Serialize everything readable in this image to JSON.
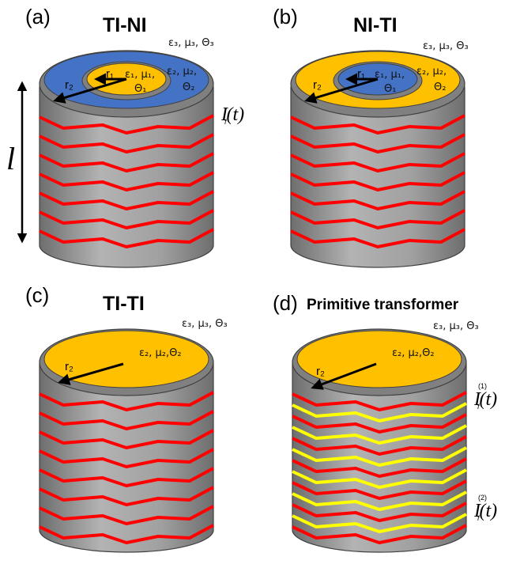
{
  "colors": {
    "cylinder_side": "#a6a6a6",
    "cylinder_shade": "#808080",
    "rim": "#7f7f7f",
    "gold": "#ffc000",
    "blue": "#4472c4",
    "wire_red": "#ff0000",
    "wire_yellow": "#ffff00"
  },
  "panels": {
    "a": {
      "letter": "(a)",
      "title": "TI-NI",
      "outer_params": "ε₃, μ₃, Θ₃",
      "inner_params_1": "ε₁, μ₁,",
      "inner_params_2": "Θ₁",
      "shell_params_1": "ε₂, μ₂,",
      "shell_params_2": "Θ₂",
      "r1": "r₁",
      "r2": "r₂",
      "current": "I",
      "current_sub": "f",
      "current_arg": "(t)",
      "length": "l"
    },
    "b": {
      "letter": "(b)",
      "title": "NI-TI",
      "outer_params": "ε₃, μ₃, Θ₃",
      "inner_params_1": "ε₁, μ₁,",
      "inner_params_2": "Θ₁",
      "shell_params_1": "ε₂, μ₂,",
      "shell_params_2": "Θ₂",
      "r1": "r₁",
      "r2": "r₂"
    },
    "c": {
      "letter": "(c)",
      "title": "TI-TI",
      "outer_params": "ε₃, μ₃, Θ₃",
      "core_params": "ε₂, μ₂,Θ₂",
      "r2": "r₂"
    },
    "d": {
      "letter": "(d)",
      "title": "Primitive transformer",
      "outer_params": "ε₃, μ₃, Θ₃",
      "core_params": "ε₂, μ₂,Θ₂",
      "r2": "r₂",
      "current1": "I",
      "current1_sup": "(1)",
      "current1_sub": "f",
      "current1_arg": "(t)",
      "current2": "I",
      "current2_sup": "(2)",
      "current2_sub": "f",
      "current2_arg": "(t)"
    }
  }
}
